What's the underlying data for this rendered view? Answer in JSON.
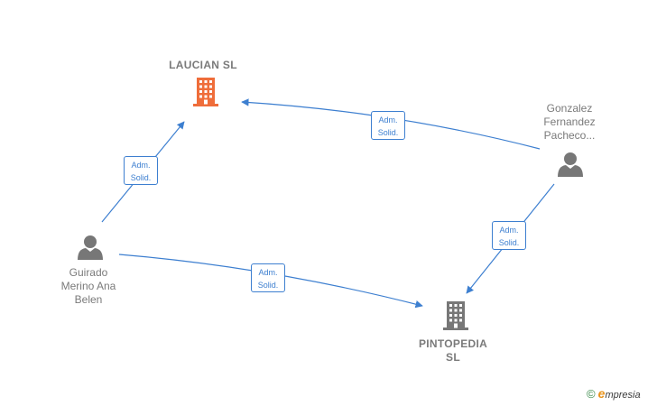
{
  "nodes": {
    "laucian": {
      "name": "LAUCIAN  SL",
      "type": "company",
      "color": "#ef6d3a"
    },
    "pintopedia": {
      "name_line1": "PINTOPEDIA",
      "name_line2": "SL",
      "type": "company",
      "color": "#777777"
    },
    "gonzalez": {
      "line1": "Gonzalez",
      "line2": "Fernandez",
      "line3": "Pacheco...",
      "type": "person"
    },
    "guirado": {
      "line1": "Guirado",
      "line2": "Merino Ana",
      "line3": "Belen",
      "type": "person"
    }
  },
  "edges": [
    {
      "from": "gonzalez",
      "to": "laucian",
      "label_line1": "Adm.",
      "label_line2": "Solid."
    },
    {
      "from": "guirado",
      "to": "laucian",
      "label_line1": "Adm.",
      "label_line2": "Solid."
    },
    {
      "from": "guirado",
      "to": "pintopedia",
      "label_line1": "Adm.",
      "label_line2": "Solid."
    },
    {
      "from": "gonzalez",
      "to": "pintopedia",
      "label_line1": "Adm.",
      "label_line2": "Solid."
    }
  ],
  "colors": {
    "edge": "#3d7fd0",
    "person_icon": "#777777"
  },
  "brand": {
    "copyright": "©",
    "e": "e",
    "rest": "mpresia"
  }
}
